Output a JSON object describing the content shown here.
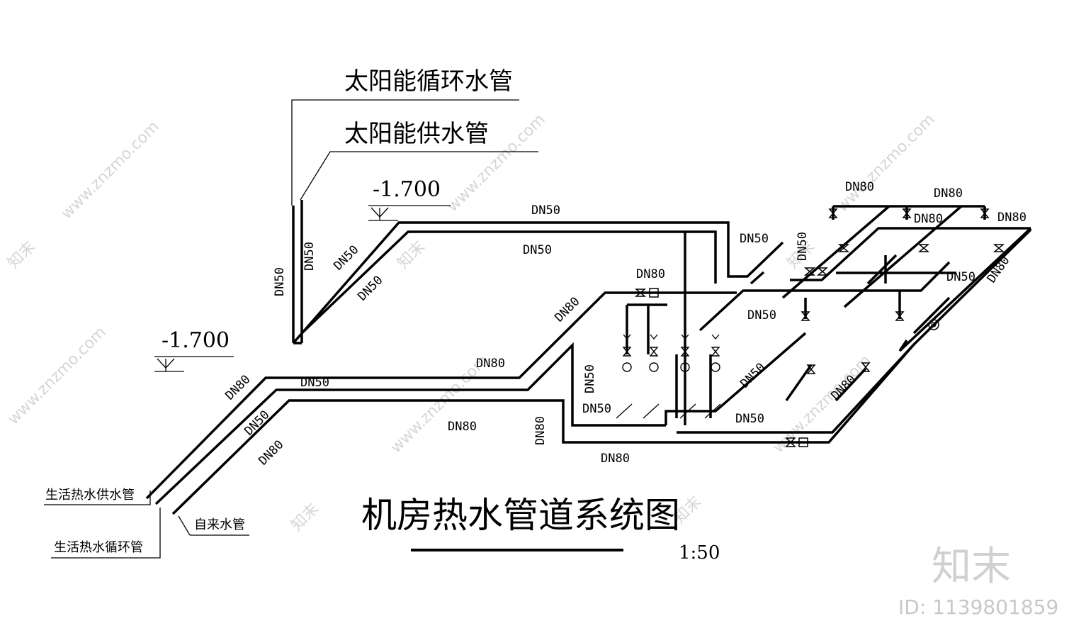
{
  "title": "机房热水管道系统图",
  "scale": "1:50",
  "elevations": [
    "-1.700",
    "-1.700"
  ],
  "pipe_labels": {
    "solar_circulation": "太阳能循环水管",
    "solar_supply": "太阳能供水管",
    "domestic_hot_supply": "生活热水供水管",
    "domestic_hot_circulation": "生活热水循环管",
    "tap_water": "自来水管"
  },
  "dn_labels": [
    "DN50",
    "DN50",
    "DN50",
    "DN50",
    "DN50",
    "DN50",
    "DN50",
    "DN50",
    "DN50",
    "DN50",
    "DN50",
    "DN50",
    "DN50",
    "DN50",
    "DN50",
    "DN50",
    "DN80",
    "DN80",
    "DN80",
    "DN80",
    "DN80",
    "DN80",
    "DN80",
    "DN80",
    "DN80",
    "DN80",
    "DN80",
    "DN80",
    "DN80",
    "DN80"
  ],
  "watermark": {
    "url": "www.znzmo.com",
    "logo": "知末",
    "id_text": "ID: 1139801859"
  }
}
